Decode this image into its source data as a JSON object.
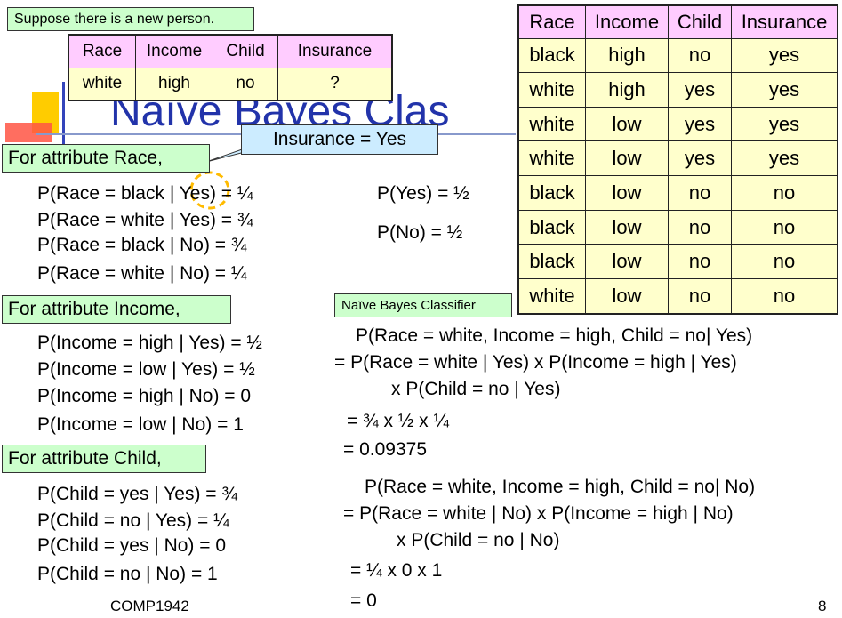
{
  "slide_title": "Naïve Bayes Clas",
  "new_person": {
    "label": "Suppose there is a new person.",
    "headers": [
      "Race",
      "Income",
      "Child",
      "Insurance"
    ],
    "row": [
      "white",
      "high",
      "no",
      "?"
    ]
  },
  "training_table": {
    "headers": [
      "Race",
      "Income",
      "Child",
      "Insurance"
    ],
    "rows": [
      [
        "black",
        "high",
        "no",
        "yes"
      ],
      [
        "white",
        "high",
        "yes",
        "yes"
      ],
      [
        "white",
        "low",
        "yes",
        "yes"
      ],
      [
        "white",
        "low",
        "yes",
        "yes"
      ],
      [
        "black",
        "low",
        "no",
        "no"
      ],
      [
        "black",
        "low",
        "no",
        "no"
      ],
      [
        "black",
        "low",
        "no",
        "no"
      ],
      [
        "white",
        "low",
        "no",
        "no"
      ]
    ]
  },
  "callout": "Insurance = Yes",
  "race": {
    "header": "For attribute Race,",
    "lines": [
      "P(Race = black | Yes) = ¼",
      "P(Race = white | Yes) = ¾",
      "P(Race = black | No) = ¾",
      "P(Race = white | No) = ¼"
    ]
  },
  "priors": [
    "P(Yes) = ½",
    "P(No) = ½"
  ],
  "income": {
    "header": "For attribute Income,",
    "lines": [
      "P(Income = high | Yes) = ½",
      "P(Income = low | Yes) = ½",
      "P(Income = high | No) = 0",
      "P(Income = low | No) = 1"
    ]
  },
  "child": {
    "header": "For attribute Child,",
    "lines": [
      "P(Child = yes | Yes) = ¾",
      "P(Child = no | Yes) = ¼",
      "P(Child = yes | No) = 0",
      "P(Child = no | No) = 1"
    ]
  },
  "classifier": {
    "label": "Naïve Bayes Classifier",
    "yes_lines": [
      "P(Race = white, Income = high, Child = no| Yes)",
      "= P(Race = white | Yes) x P(Income = high | Yes)",
      "x P(Child = no | Yes)",
      "= ¾ x ½ x ¼",
      "= 0.09375"
    ],
    "no_lines": [
      "P(Race = white, Income = high, Child = no| No)",
      "= P(Race = white | No) x P(Income = high | No)",
      "x P(Child = no | No)",
      "= ¼ x 0 x 1",
      "= 0"
    ]
  },
  "footer": {
    "course": "COMP1942",
    "page": "8"
  },
  "colors": {
    "header_pink": "#ffccff",
    "cell_yellow": "#ffffcc",
    "label_green": "#ccffcc",
    "callout_blue": "#ccecff",
    "title_blue": "#2233aa",
    "deco_yellow": "#ffcc00",
    "deco_red": "#ff4433",
    "deco_blue": "#3344bb",
    "circle_orange": "#ffbb00"
  }
}
